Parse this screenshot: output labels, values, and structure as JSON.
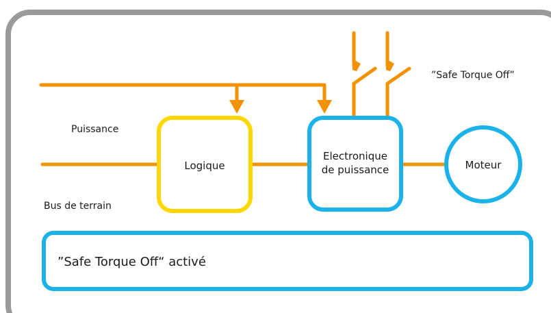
{
  "labels": {
    "puissance": "Puissance",
    "bus_de_terrain": "Bus de terrain",
    "sto_header": "”Safe Torque Off”",
    "status": "”Safe Torque Off“ activé"
  },
  "blocks": {
    "logique": "Logique",
    "electronique_line1": "Electronique",
    "electronique_line2": "de puissance",
    "moteur": "Moteur"
  },
  "colors": {
    "frame": "#9a9a9a",
    "line": "#f39200",
    "logic": "#ffd700",
    "accent": "#1ab2e8"
  }
}
